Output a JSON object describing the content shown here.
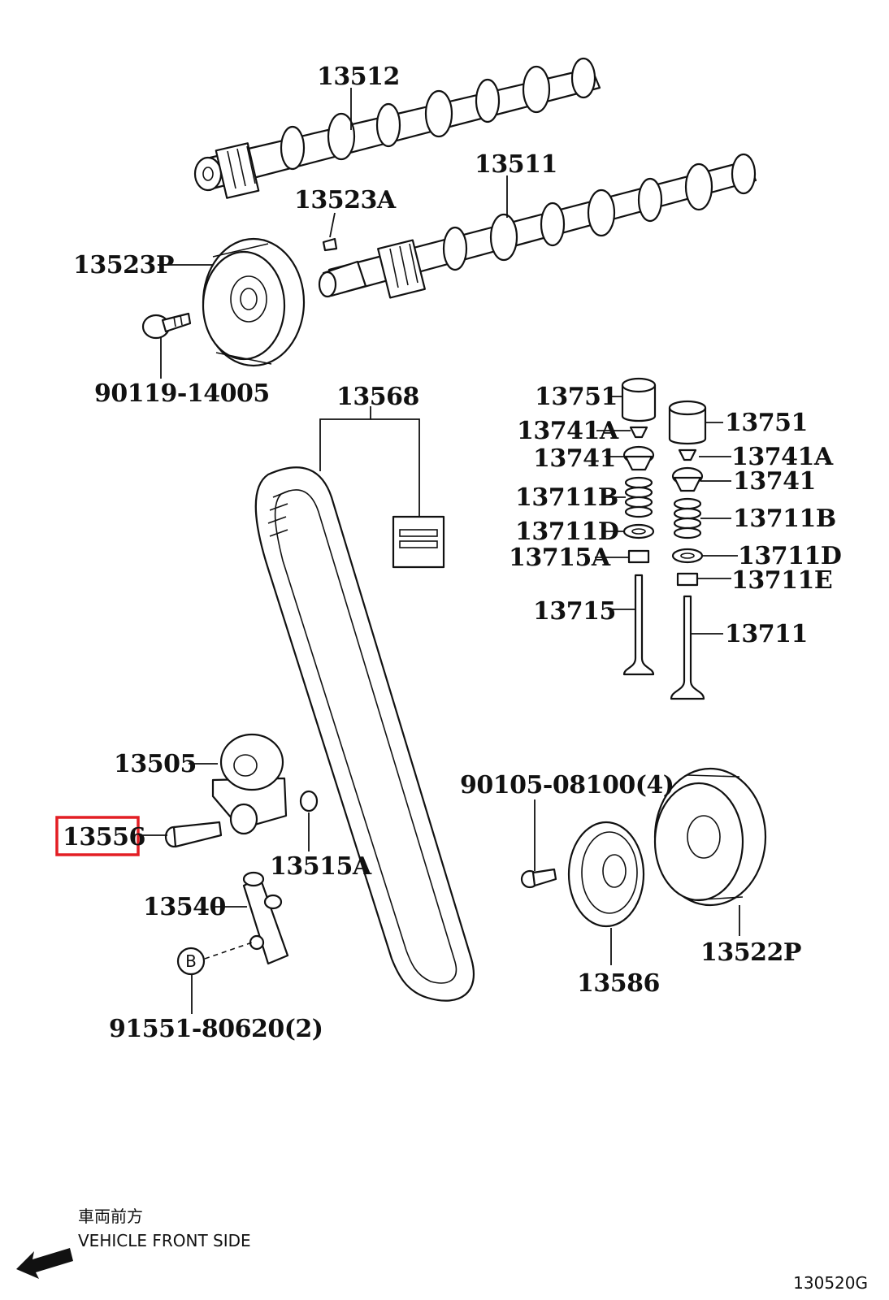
{
  "labels": {
    "p13512": "13512",
    "p13511": "13511",
    "p13523A": "13523A",
    "p13523P": "13523P",
    "p90119": "90119-14005",
    "p13568": "13568",
    "p13751a": "13751",
    "p13751b": "13751",
    "p13741Aa": "13741A",
    "p13741Ab": "13741A",
    "p13741a": "13741",
    "p13741b": "13741",
    "p13711Ba": "13711B",
    "p13711Bb": "13711B",
    "p13711Da": "13711D",
    "p13711Db": "13711D",
    "p13715A": "13715A",
    "p13711E": "13711E",
    "p13715": "13715",
    "p13711": "13711",
    "p13505": "13505",
    "p13556": "13556",
    "p13515A": "13515A",
    "p13540": "13540",
    "p91551": "91551-80620(2)",
    "p90105": "90105-08100(4)",
    "p13586": "13586",
    "p13522P": "13522P",
    "bMarker": "B"
  },
  "footer": {
    "jp": "車両前方",
    "en": "VEHICLE FRONT SIDE",
    "code": "130520G"
  },
  "colors": {
    "highlight": "#e31e24",
    "ink": "#111111"
  }
}
